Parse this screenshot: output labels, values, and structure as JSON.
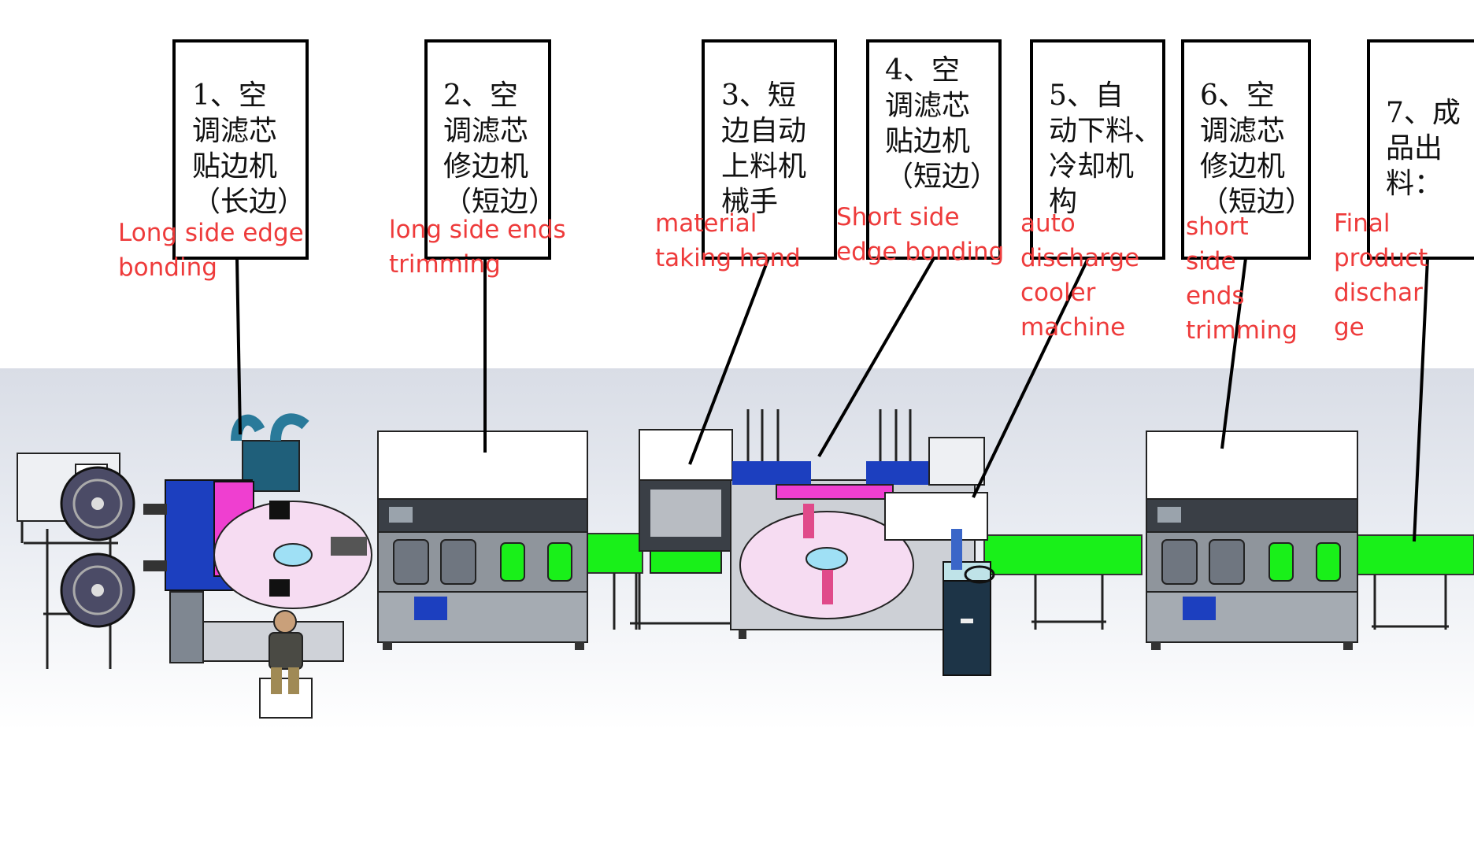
{
  "steps": [
    {
      "cn": "1、空\n调滤芯\n贴边机\n（长边）",
      "en": "Long side edge\nbonding"
    },
    {
      "cn": "2、空\n调滤芯\n修边机\n（短边）",
      "en": "long side ends\ntrimming"
    },
    {
      "cn": "3、短\n边自动\n上料机\n械手",
      "en": "material\ntaking hand"
    },
    {
      "cn": "4、空\n调滤芯\n贴边机\n（短边）",
      "en": "Short side\nedge bonding"
    },
    {
      "cn": "5、自\n动下料、\n冷却机\n构",
      "en": "auto\ndischarge\ncooler\nmachine"
    },
    {
      "cn": "6、空\n调滤芯\n修边机\n（短边）",
      "en": "short\nside\nends\ntrimming"
    },
    {
      "cn": "7、成\n品出\n料：",
      "en": "Final\nproduct\ndischar\nge"
    }
  ],
  "colors": {
    "label_red": "#ee3b3b",
    "conveyor_green": "#19f019",
    "machine_blue": "#1c3fbf",
    "machine_magenta": "#ef3fd0",
    "turntable_pink": "#f6dcf2",
    "cabinet_gray": "#8f959c"
  }
}
